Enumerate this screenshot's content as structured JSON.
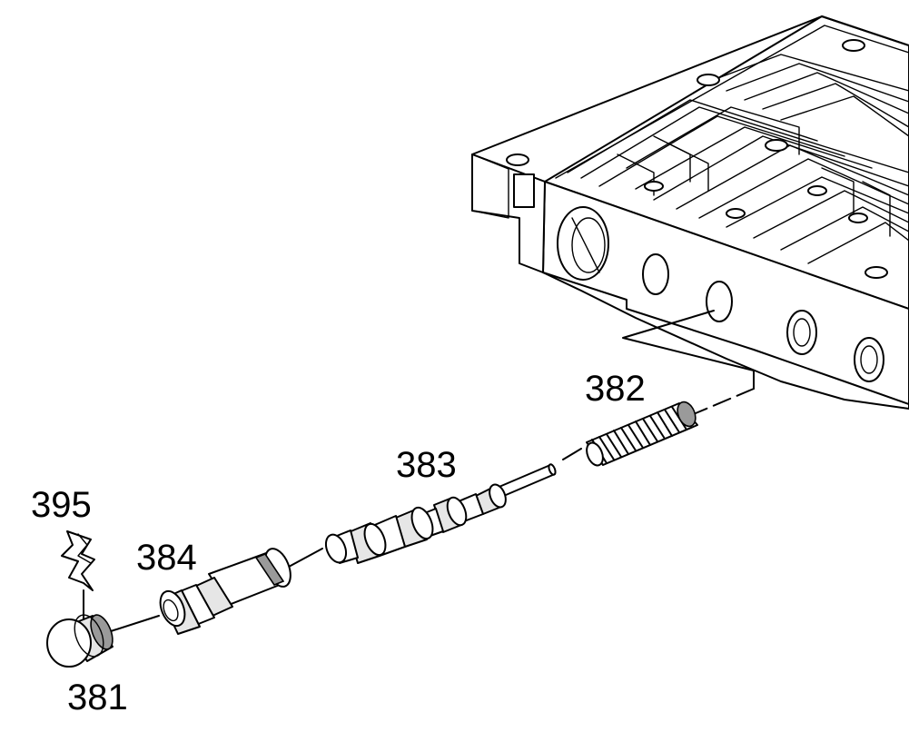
{
  "diagram": {
    "callouts": {
      "c381": "381",
      "c382": "382",
      "c383": "383",
      "c384": "384",
      "c395": "395"
    }
  }
}
